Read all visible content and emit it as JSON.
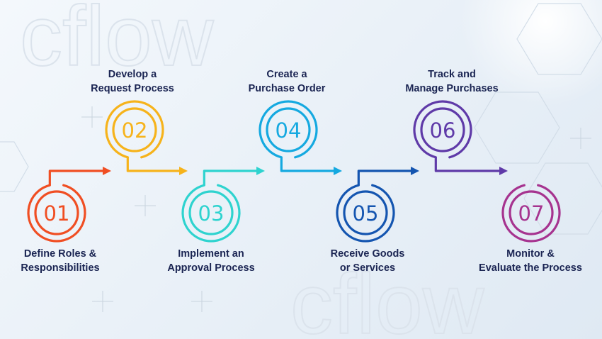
{
  "watermark": "cflow",
  "steps": [
    {
      "number": "01",
      "label_line1": "Define Roles &",
      "label_line2": "Responsibilities",
      "color": "#f04e23"
    },
    {
      "number": "02",
      "label_line1": "Develop a",
      "label_line2": "Request Process",
      "color": "#f6b31b"
    },
    {
      "number": "03",
      "label_line1": "Implement an",
      "label_line2": "Approval Process",
      "color": "#2ed3cf"
    },
    {
      "number": "04",
      "label_line1": "Create a",
      "label_line2": "Purchase Order",
      "color": "#15a9e0"
    },
    {
      "number": "05",
      "label_line1": "Receive Goods",
      "label_line2": "or Services",
      "color": "#1455b0"
    },
    {
      "number": "06",
      "label_line1": "Track and",
      "label_line2": "Manage Purchases",
      "color": "#5f3aa8"
    },
    {
      "number": "07",
      "label_line1": "Monitor &",
      "label_line2": "Evaluate the Process",
      "color": "#a6338f"
    }
  ]
}
